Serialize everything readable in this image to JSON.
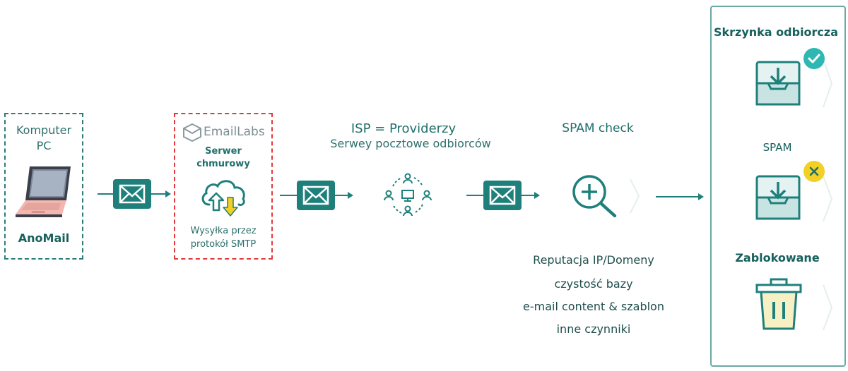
{
  "sender": {
    "title_line1": "Komputer",
    "title_line2": "PC",
    "name": "AnoMail",
    "icon": "laptop-icon"
  },
  "server": {
    "brand": "EmailLabs",
    "role_line1": "Serwer",
    "role_line2": "chmurowy",
    "desc_line1": "Wysyłka przez",
    "desc_line2": "protokół SMTP",
    "icon": "cloud-upload-download-icon",
    "border_color": "#e23a3a"
  },
  "isp": {
    "title": "ISP = Providerzy",
    "subtitle": "Serwey pocztowe odbiorców",
    "icon": "network-users-icon"
  },
  "spam_check": {
    "title": "SPAM check",
    "icon": "magnifier-plus-icon",
    "factors": [
      "Reputacja IP/Domeny",
      "czystość bazy",
      "e-mail content & szablon",
      "inne czynniki"
    ]
  },
  "destinations": {
    "inbox": {
      "label": "Skrzynka odbiorcza",
      "icon": "inbox-download-icon",
      "badge": "check-icon",
      "badge_color": "#2eb8b1"
    },
    "spam": {
      "label": "SPAM",
      "icon": "inbox-download-icon",
      "badge": "x-icon",
      "badge_color": "#f2d024"
    },
    "blocked": {
      "label": "Zablokowane",
      "icon": "trash-icon"
    }
  },
  "colors": {
    "accent": "#1f807b",
    "pc_border": "#2a7e79",
    "panel_border": "#6aa9a6"
  }
}
